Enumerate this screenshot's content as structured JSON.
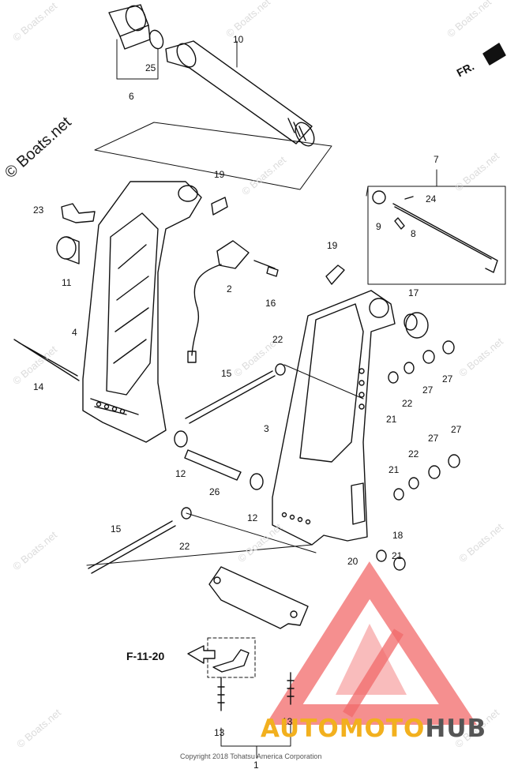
{
  "watermark": {
    "main_text": "© Boats.net",
    "tile_text": "© Boats.net"
  },
  "orientation": {
    "label": "FR."
  },
  "reference": {
    "label": "F-11-20"
  },
  "copyright": "Copyright 2018 Tohatsu America Corporation",
  "brand": {
    "part1": "AUTOMOTO",
    "part2": "HUB",
    "colors": {
      "accent": "#f2b01e",
      "dark": "#555555",
      "logo_triangle": "#f26a6a"
    }
  },
  "callouts": [
    "10",
    "25",
    "6",
    "7",
    "24",
    "9",
    "8",
    "19",
    "23",
    "11",
    "2",
    "16",
    "19",
    "4",
    "17",
    "22",
    "14",
    "15",
    "27",
    "22",
    "27",
    "21",
    "3",
    "21",
    "22",
    "27",
    "12",
    "26",
    "12",
    "27",
    "15",
    "22",
    "21",
    "18",
    "20",
    "13",
    "13",
    "1"
  ]
}
